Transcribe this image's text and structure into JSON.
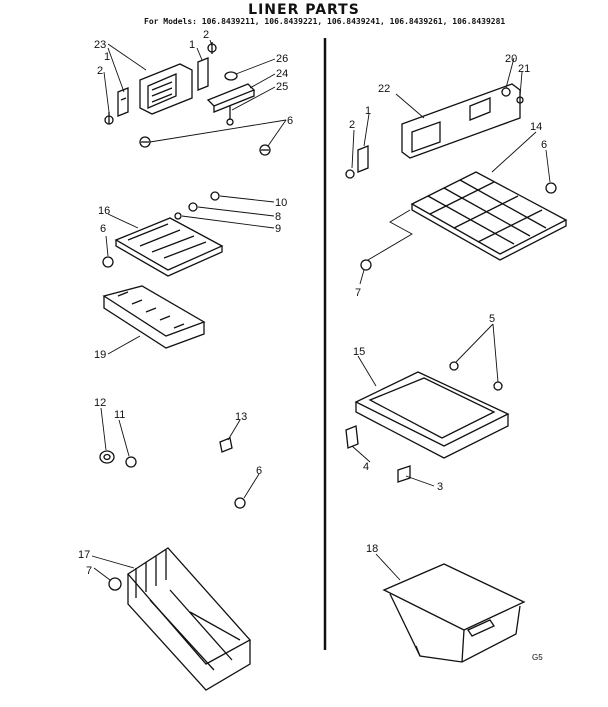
{
  "title": "LINER PARTS",
  "models_line": "For Models: 106.8439211,  106.8439221,  106.8439241,  106.8439261,  106.8439281",
  "corner_code": "G5",
  "labels": {
    "l23": "23",
    "l2a": "2",
    "l1a": "1",
    "l2b": "2",
    "l1b": "1",
    "l26": "26",
    "l24": "24",
    "l25": "25",
    "l6a": "6",
    "l10": "10",
    "l8": "8",
    "l9": "9",
    "l16": "16",
    "l6b": "6",
    "l19": "19",
    "l12": "12",
    "l11": "11",
    "l13": "13",
    "l6c": "6",
    "l17": "17",
    "l7a": "7",
    "l22": "22",
    "l20": "20",
    "l21": "21",
    "l1c": "1",
    "l2c": "2",
    "l14": "14",
    "l6d": "6",
    "l7b": "7",
    "l5": "5",
    "l15": "15",
    "l4": "4",
    "l3": "3",
    "l18": "18"
  }
}
